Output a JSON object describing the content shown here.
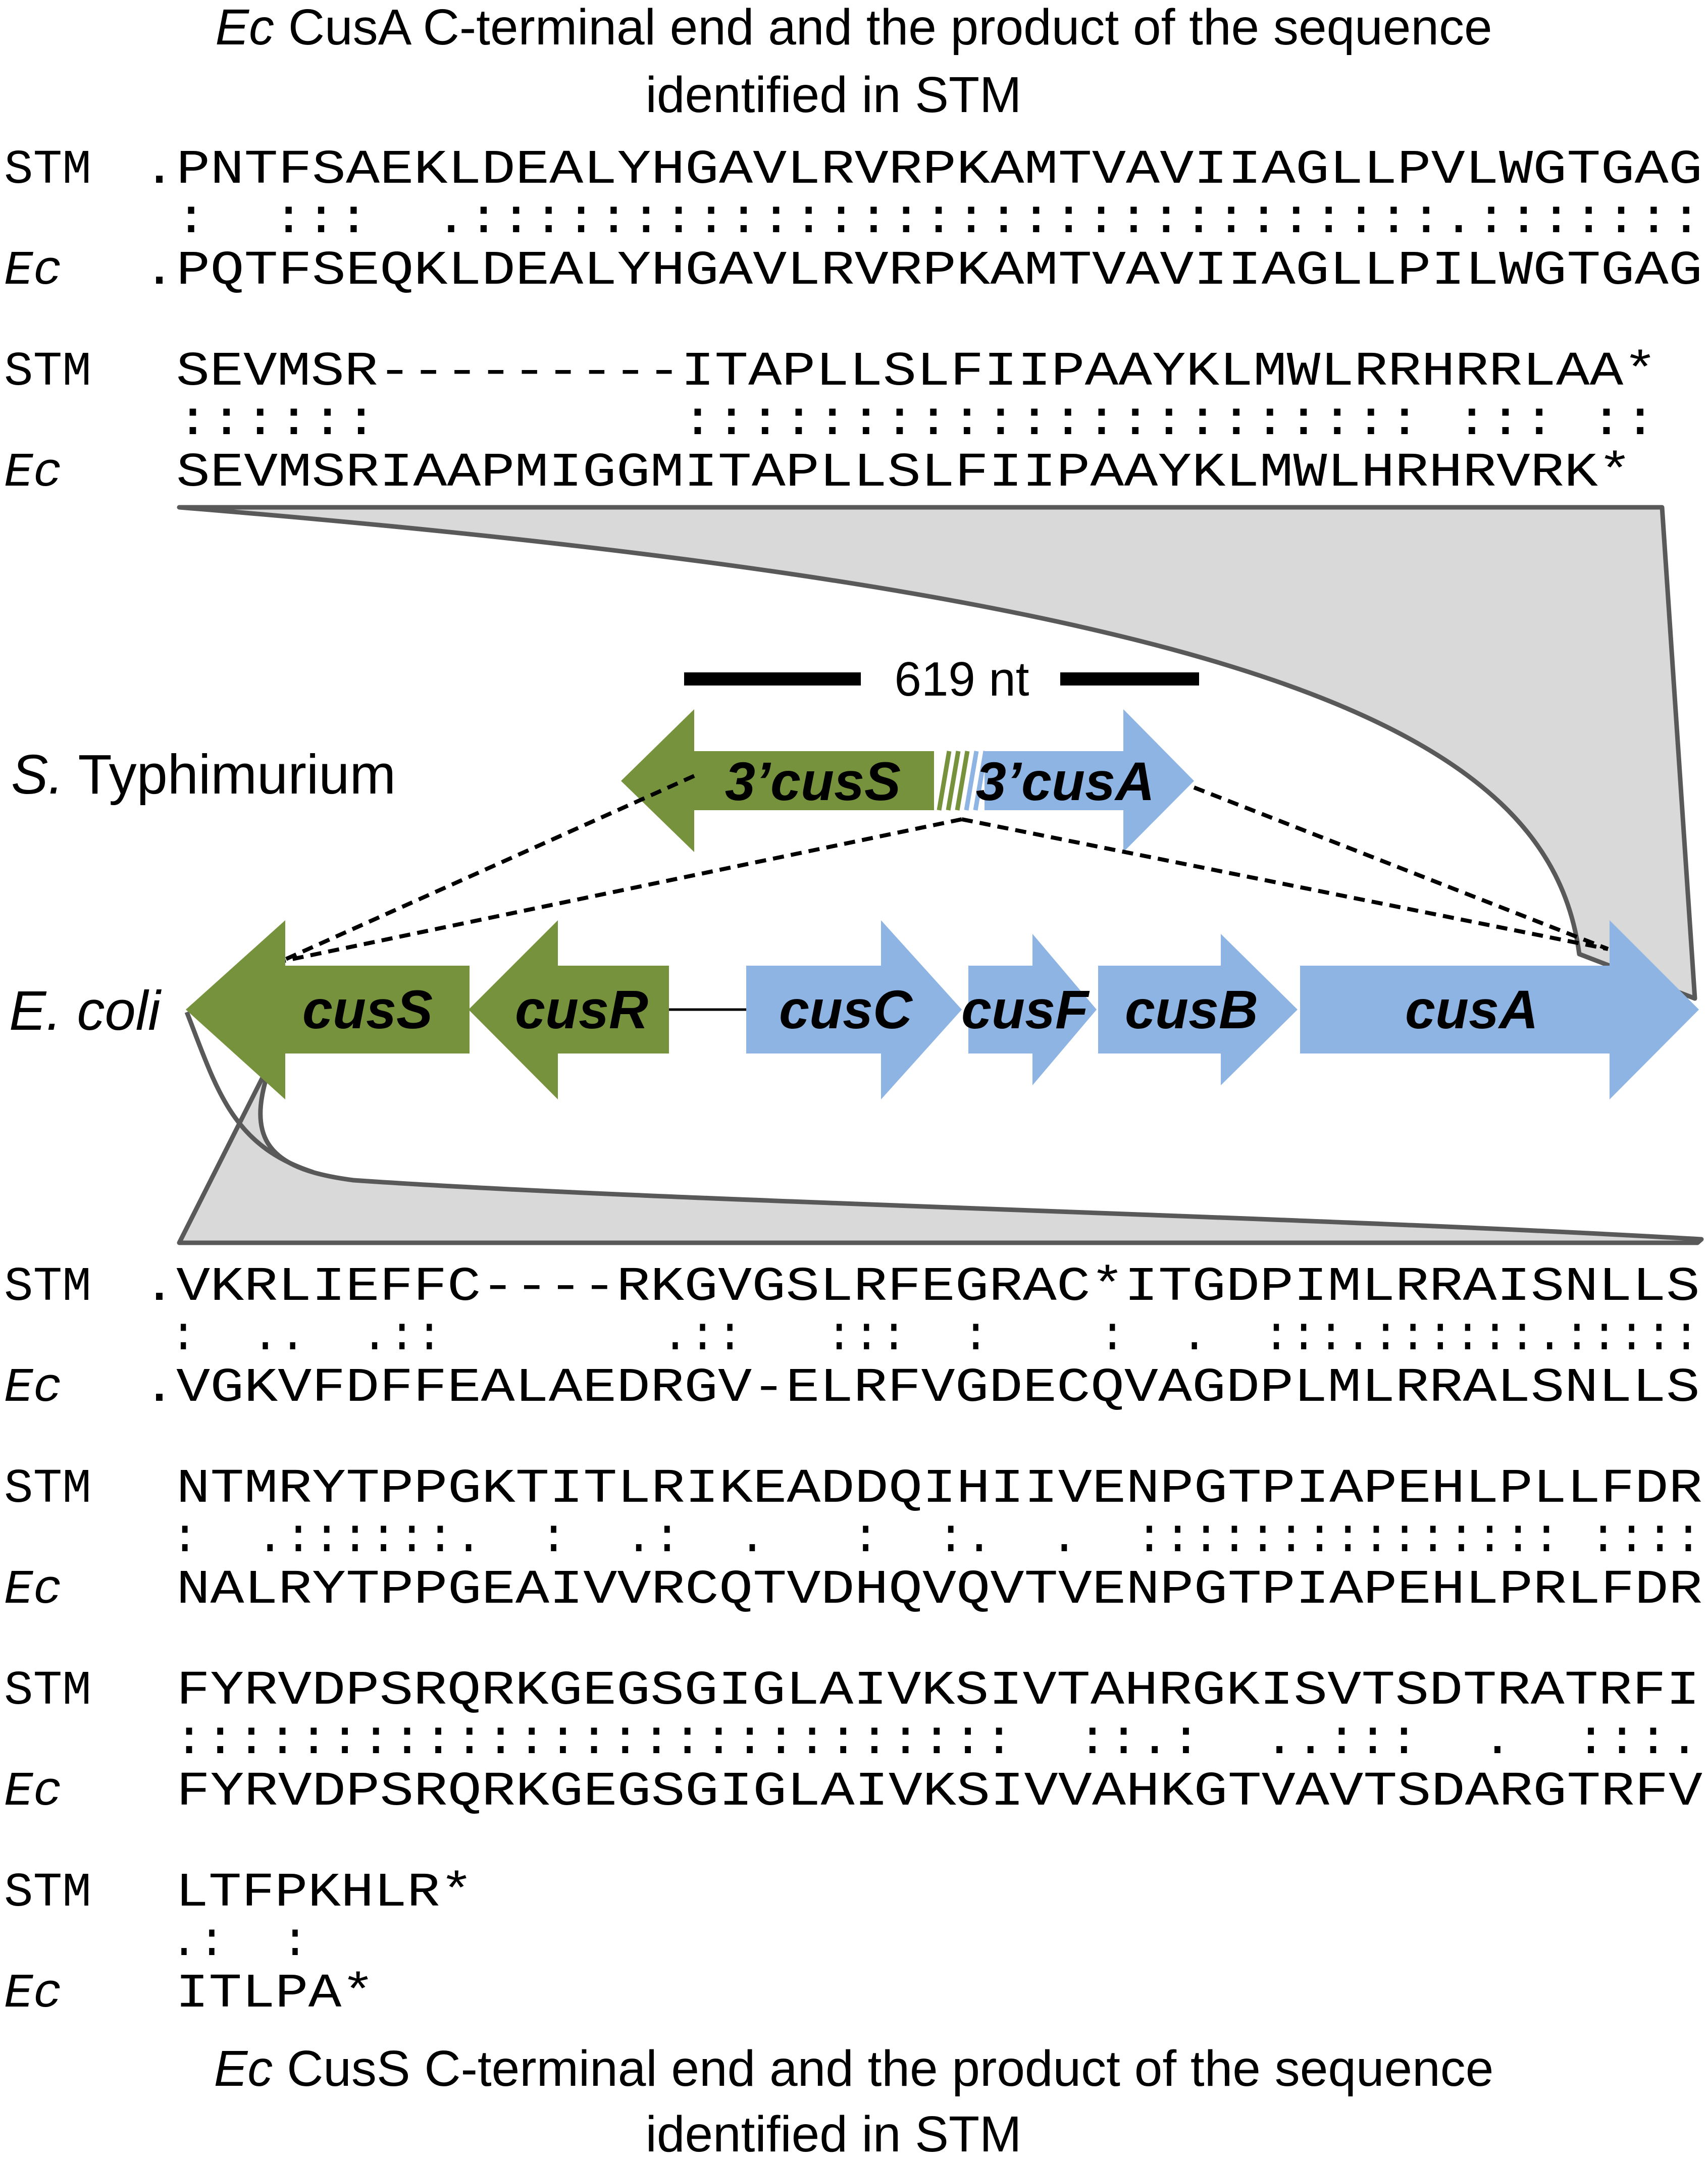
{
  "colors": {
    "green": "#77923c",
    "blue": "#8eb4e3",
    "wedge_fill": "#d9d9d9",
    "wedge_stroke": "#595959"
  },
  "top_title": {
    "italic": "Ec",
    "line1": " CusA C-terminal end and the product of the sequence",
    "line2": "identified in STM"
  },
  "top_alignment": [
    {
      "name": "STM",
      "seq": ".PNTFSAEKLDEALYHGAVLRVRPKAMTVAVIIAGLLPVLWGTGAG"
    },
    {
      "name": "",
      "seq": " :  :::  .::::::::::::::::::::::::::::::.:::::::"
    },
    {
      "name": "Ec",
      "seq": ".PQTFSEQKLDEALYHGAVLRVRPKAMTVAVIIAGLLPILWGTGAG"
    },
    {
      "name": "STM",
      "seq": " SEVMSR---------ITAPLLSLFIIPAAYKLMWLRRHRRLAA*"
    },
    {
      "name": "",
      "seq": " ::::::         :::::::::::::::::::::: ::: ::"
    },
    {
      "name": "Ec",
      "seq": " SEVMSRIAAPMIGGMITAPLLSLFIIPAAYKLMWLHRHRVRK*"
    }
  ],
  "scale_bar": {
    "label": "619 nt"
  },
  "organisms": {
    "stm_italic": "S.",
    "stm_rest": " Typhimurium",
    "ecoli": "E. coli"
  },
  "stm_genes": [
    "3’cusS",
    "3’cusA"
  ],
  "ecoli_genes": [
    "cusS",
    "cusR",
    "cusC",
    "cusF",
    "cusB",
    "cusA"
  ],
  "bottom_alignment": [
    {
      "name": "STM",
      "seq": ".VKRLIEFFC----RKGVGSLRFEGRAC*ITGDPIMLRRAISNLLS"
    },
    {
      "name": "",
      "seq": " :  ..  .::        .::   :::  :    :  .  :::.::::::.:::::"
    },
    {
      "name": "Ec",
      "seq": ".VGKVFDFFEALAEDRGV-ELRFVGDECQVAGDPLMLRRALSNLLS"
    },
    {
      "name": "STM",
      "seq": " NTMRYTPPGKTITLRIKEADDQIHIIVENPGTPIAPEHLPLLFDR"
    },
    {
      "name": "",
      "seq": " :  .::::::.  :  .:  .   :  :.  .  ::::::::::::::: ::::"
    },
    {
      "name": "Ec",
      "seq": " NALRYTPPGEAIVVRCQTVDHQVQVTVENPGTPIAPEHLPRLFDR"
    },
    {
      "name": "STM",
      "seq": " FYRVDPSRQRKGEGSGIGLAIVKSIVTAHRGKISVTSDTRATRFI"
    },
    {
      "name": "",
      "seq": " :::::::::::::::::::::::::::  ::.:  ..:::  .  :::."
    },
    {
      "name": "Ec",
      "seq": " FYRVDPSRQRKGEGSGIGLAIVKSIVVAHKGTVAVTSDARGTRFV"
    },
    {
      "name": "STM",
      "seq": " LTFPKHLR*"
    },
    {
      "name": "",
      "seq": " .:  :"
    },
    {
      "name": "Ec",
      "seq": " ITLPA*"
    }
  ],
  "bottom_title": {
    "italic": "Ec",
    "line1": " CusS C-terminal end and the product of the sequence",
    "line2": "identified in STM"
  }
}
